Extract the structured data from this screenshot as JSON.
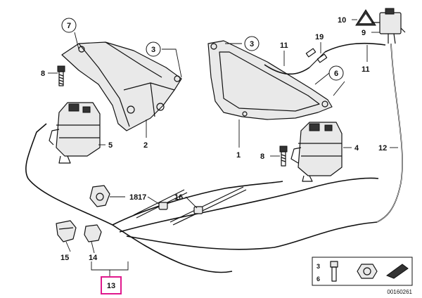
{
  "labels": {
    "p1": "1",
    "p2": "2",
    "p3a": "3",
    "p3b": "3",
    "p4": "4",
    "p5": "5",
    "p6": "6",
    "p7": "7",
    "p8a": "8",
    "p8b": "8",
    "p9": "9",
    "p10": "10",
    "p11a": "11",
    "p11b": "11",
    "p12": "12",
    "p13": "13",
    "p14": "14",
    "p15": "15",
    "p16": "16",
    "p17": "17",
    "p18": "18",
    "p19": "19"
  },
  "legend": {
    "row1": "3",
    "row2": "6"
  },
  "reference_number": "00160261",
  "colors": {
    "highlight": "#e0188c",
    "line": "#111111"
  }
}
